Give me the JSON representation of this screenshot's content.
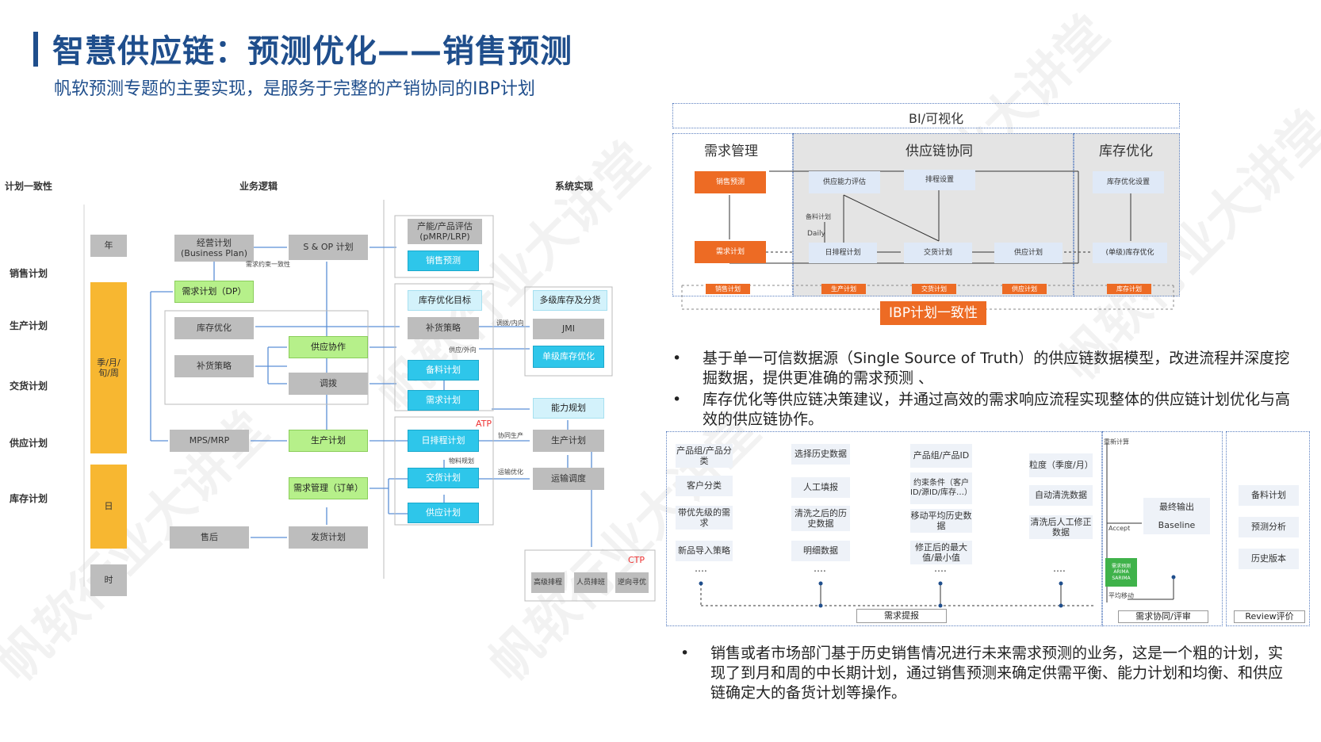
{
  "title": "智慧供应链：预测优化——销售预测",
  "subtitle": "帆软预测专题的主要实现，是服务于完整的产销协同的IBP计划",
  "left_diagram": {
    "col_headers": [
      "计划一致性",
      "业务逻辑",
      "系统实现"
    ],
    "row_labels": [
      "销售计划",
      "生产计划",
      "交货计划",
      "供应计划",
      "库存计划"
    ],
    "time_labels": [
      "年",
      "季/月/旬/周",
      "日",
      "时"
    ],
    "boxes": {
      "business_plan": "经营计划\n(Business Plan)",
      "sop": "S & OP 计划",
      "demand_dp": "需求计划（DP）",
      "inv_opt": "库存优化",
      "replenish": "补货策略",
      "supply_collab": "供应协作",
      "transfer": "调拨",
      "mps": "MPS/MRP",
      "prod_plan": "生产计划",
      "demand_order": "需求管理（订单）",
      "aftersales": "售后",
      "ship_plan": "发货计划",
      "capacity_eval": "产能/产品评估\n(pMRP/LRP)",
      "sales_forecast": "销售预测",
      "inv_target": "库存优化目标",
      "replenish2": "补货策略",
      "backup_plan": "备料计划",
      "demand_plan2": "需求计划",
      "daily_sched": "日排程计划",
      "delivery_plan": "交货计划",
      "supply_plan": "供应计划",
      "multi_inv": "多级库存及分货",
      "jmi": "JMI",
      "single_inv": "单级库存优化",
      "capacity_plan": "能力规划",
      "prod_plan2": "生产计划",
      "transport": "运输调度",
      "adv_sched": "高级排程",
      "staff_sched": "人员排班",
      "reverse": "逆向寻优"
    },
    "small_labels": {
      "demand_constraint": "需求约束一致性",
      "transfer_inout": "调拨/内向",
      "supply_out": "供应/外向",
      "collab_prod": "协同生产",
      "material_plan": "物料规划",
      "transport_opt": "运输优化",
      "atp": "ATP",
      "ctp": "CTP"
    }
  },
  "right_top": {
    "bi": "BI/可视化",
    "sections": [
      "需求管理",
      "供应链协同",
      "库存优化"
    ],
    "boxes": {
      "sales_forecast": "销售预测",
      "demand_plan": "需求计划",
      "supply_eval": "供应能力评估",
      "sched_setting": "排程设置",
      "inv_setting": "库存优化设置",
      "backup": "备料计划",
      "daily": "Daily",
      "day_sched": "日排程计划",
      "delivery": "交货计划",
      "supply": "供应计划",
      "single_inv": "(单级)库存优化"
    },
    "bottom_tags": [
      "销售计划",
      "生产计划",
      "交货计划",
      "供应计划",
      "库存计划"
    ],
    "ibp": "IBP计划一致性"
  },
  "bullets_top": [
    "基于单一可信数据源（Single Source of Truth）的供应链数据模型，改进流程并深度挖掘数据，提供更准确的需求预测 、",
    "库存优化等供应链决策建议，并通过高效的需求响应流程实现整体的供应链计划优化与高效的供应链协作。"
  ],
  "flow": {
    "col1": [
      "产品组/产品分类",
      "客户分类",
      "带优先级的需求",
      "新品导入策略"
    ],
    "col2": [
      "选择历史数据",
      "人工填报",
      "清洗之后的历史数据",
      "明细数据"
    ],
    "col3": [
      "产品组/产品ID",
      "约束条件（客户ID/源ID/库存…）",
      "移动平均历史数据",
      "修正后的最大值/最小值"
    ],
    "col4": [
      "粒度（季度/月）",
      "自动清洗数据",
      "清洗后人工修正数据"
    ],
    "recalc": "重新计算",
    "accept": "Accept",
    "final_output": "最终输出",
    "baseline": "Baseline",
    "model_box": [
      "需求预测",
      "ARIMA",
      "SARIMA"
    ],
    "moving_avg": "平均移动",
    "col6": [
      "备料计划",
      "预测分析",
      "历史版本"
    ],
    "dots": "….",
    "footer_tags": [
      "需求提报",
      "需求协同/评审",
      "Review评价"
    ]
  },
  "bullet_bottom": "销售或者市场部门基于历史销售情况进行未来需求预测的业务，这是一个粗的计划，实现了到月和周的中长期计划，通过销售预测来确定供需平衡、能力计划和均衡、和供应链确定大的备货计划等操作。",
  "bullet_mark": "•",
  "watermark": "帆软行业大讲堂",
  "colors": {
    "title": "#1f4e8c",
    "accent_orange": "#ed6b24",
    "cyan": "#2ec6ea",
    "green": "#b6f08a",
    "yellow": "#f7b731"
  }
}
